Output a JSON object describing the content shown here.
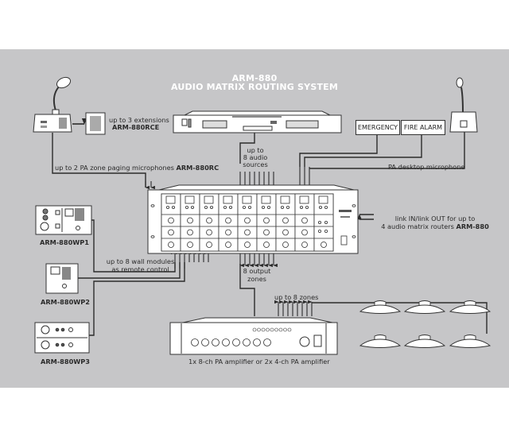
{
  "title": {
    "model": "ARM-880",
    "subtitle": "AUDIO MATRIX ROUTING SYSTEM"
  },
  "colors": {
    "background_panel": "#c6c6c8",
    "page": "#ffffff",
    "lines": "#2b2b2b",
    "device_fill": "#ffffff",
    "title_text": "#ffffff"
  },
  "labels": {
    "extensions_line1": "up to 3 extensions",
    "extensions_model": "ARM-880RCE",
    "paging_mics_prefix": "up to 2 PA zone paging microphones ",
    "paging_mics_model": "ARM-880RC",
    "audio_sources": [
      "up to",
      "8 audio",
      "sources"
    ],
    "emergency": "EMERGENCY",
    "fire_alarm": "FIRE ALARM",
    "desktop_mic": "PA desktop microphone",
    "link_line1": "link IN/link OUT for up to",
    "link_line2_prefix": "4 audio matrix routers ",
    "link_model": "ARM-880",
    "wall_modules": [
      "up to 8 wall modules",
      "as remote control"
    ],
    "output_zones": [
      "8 output",
      "zones"
    ],
    "up_to_zones": "up to 8 zones",
    "amplifier": "1x 8-ch PA amplifier or 2x 4-ch PA amplifier",
    "wp1": "ARM-880WP1",
    "wp2": "ARM-880WP2",
    "wp3": "ARM-880WP3"
  },
  "devices": [
    {
      "name": "paging-microphone",
      "model": "ARM-880RC"
    },
    {
      "name": "extension-unit",
      "model": "ARM-880RCE"
    },
    {
      "name": "audio-source-player"
    },
    {
      "name": "desktop-microphone"
    },
    {
      "name": "matrix-router",
      "model": "ARM-880",
      "channels": 8
    },
    {
      "name": "wall-panel-1",
      "model": "ARM-880WP1"
    },
    {
      "name": "wall-panel-2",
      "model": "ARM-880WP2"
    },
    {
      "name": "wall-panel-3",
      "model": "ARM-880WP3"
    },
    {
      "name": "pa-amplifier"
    },
    {
      "name": "ceiling-speakers",
      "count": 6
    }
  ]
}
